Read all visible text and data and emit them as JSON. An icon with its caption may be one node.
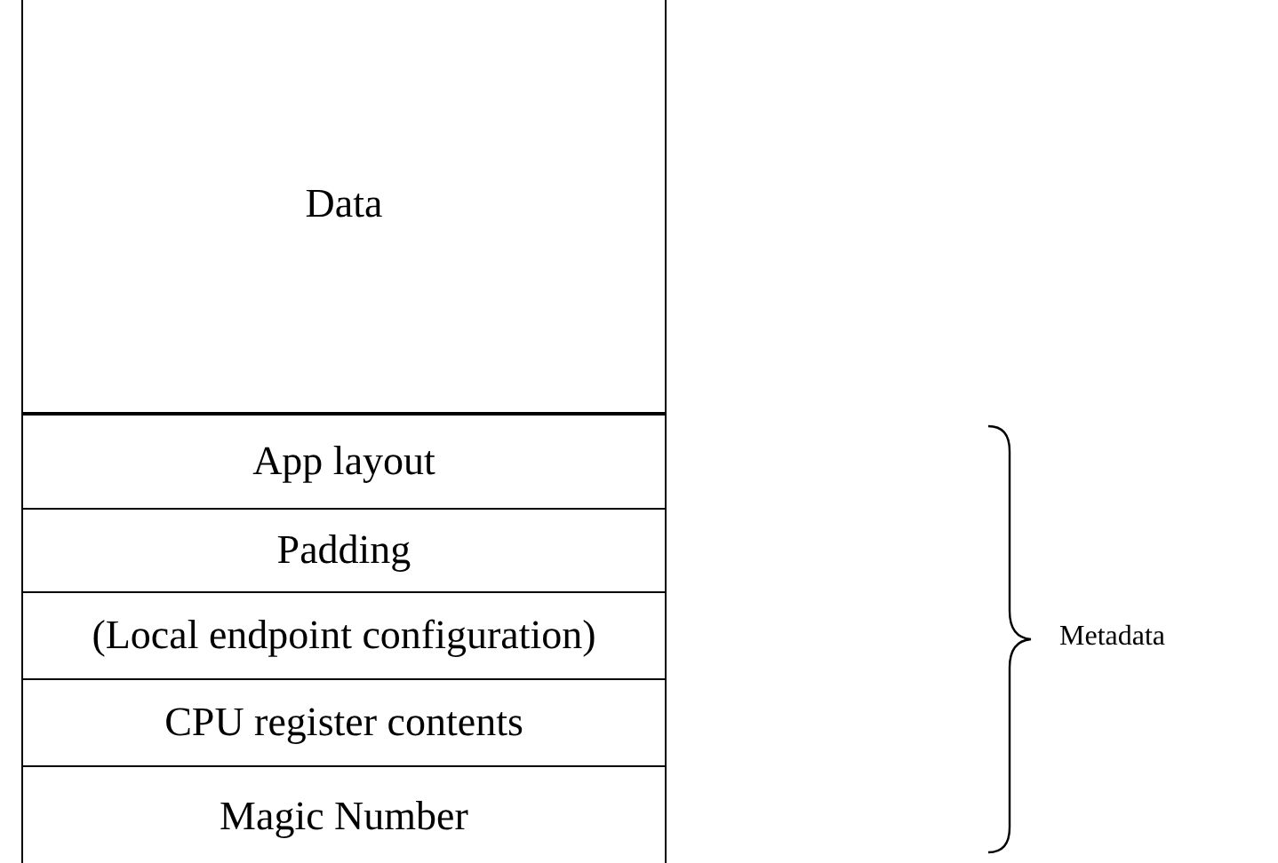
{
  "diagram": {
    "nodes": [
      {
        "text": [
          "Data"
        ]
      },
      {
        "text": [
          "App layout"
        ]
      },
      {
        "text": [
          "Padding"
        ]
      },
      {
        "text": [
          "(Local endpoint configuration)"
        ]
      },
      {
        "text": [
          "CPU register contents"
        ]
      },
      {
        "text": [
          "Magic Number"
        ]
      }
    ],
    "labels": [
      "Metadata"
    ]
  }
}
